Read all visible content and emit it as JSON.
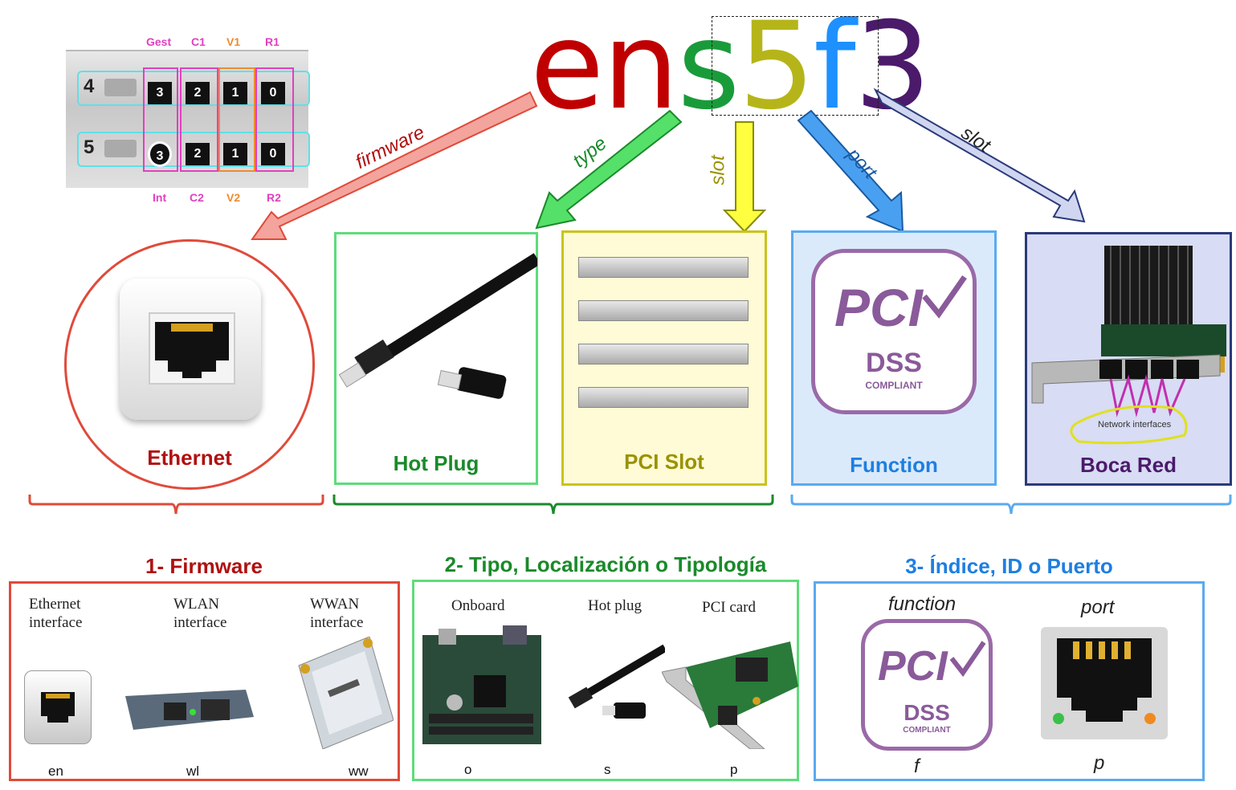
{
  "title": {
    "letters": [
      {
        "char": "e",
        "color": "#c00000"
      },
      {
        "char": "n",
        "color": "#c00000"
      },
      {
        "char": "s",
        "color": "#1a9b3a"
      },
      {
        "char": "5",
        "color": "#b5b51a"
      },
      {
        "char": "f",
        "color": "#1e90ff"
      },
      {
        "char": "3",
        "color": "#4b1a6b"
      }
    ]
  },
  "patch_panel": {
    "top_labels": [
      "Gest",
      "C1",
      "V1",
      "R1"
    ],
    "bottom_labels": [
      "Int",
      "C2",
      "V2",
      "R2"
    ],
    "row_numbers": [
      "4",
      "5"
    ],
    "row4_ports": [
      "3",
      "2",
      "1",
      "0"
    ],
    "row5_ports": [
      "3",
      "2",
      "1",
      "0"
    ],
    "label_colors": {
      "pink": "#e040c0",
      "orange": "#f08a30"
    }
  },
  "arrows": {
    "firmware": "firmware",
    "type": "type",
    "slot_center": "slot",
    "port": "port",
    "slot_right": "slot"
  },
  "top_boxes": {
    "ethernet": "Ethernet",
    "hot_plug": "Hot Plug",
    "pci_slot": "PCI Slot",
    "function": "Function",
    "boca_red": "Boca Red",
    "network_interfaces": "Network interfaces"
  },
  "pci_logo": {
    "pci": "PCI",
    "dss": "DSS",
    "compliant": "COMPLIANT"
  },
  "sections": {
    "firmware": {
      "title": "1- Firmware",
      "items": [
        {
          "label": "Ethernet\ninterface",
          "code": "en"
        },
        {
          "label": "WLAN\ninterface",
          "code": "wl"
        },
        {
          "label": "WWAN\ninterface",
          "code": "ww"
        }
      ]
    },
    "tipo": {
      "title": "2- Tipo, Localización o Tipología",
      "items": [
        {
          "label": "Onboard",
          "code": "o"
        },
        {
          "label": "Hot plug",
          "code": "s"
        },
        {
          "label": "PCI card",
          "code": "p"
        }
      ]
    },
    "indice": {
      "title": "3- Índice, ID o Puerto",
      "items": [
        {
          "label": "function",
          "code": "f"
        },
        {
          "label": "port",
          "code": "p"
        }
      ]
    }
  },
  "colors": {
    "red": "#e04a3a",
    "darkred": "#b01010",
    "green": "#2fbf4f",
    "darkgreen": "#1a8a2a",
    "olive": "#c8c41a",
    "oliveText": "#9a9200",
    "blue": "#5aaaf0",
    "blueText": "#1e7fe0",
    "navy": "#2a3a7a",
    "purple": "#4b1a6b"
  }
}
